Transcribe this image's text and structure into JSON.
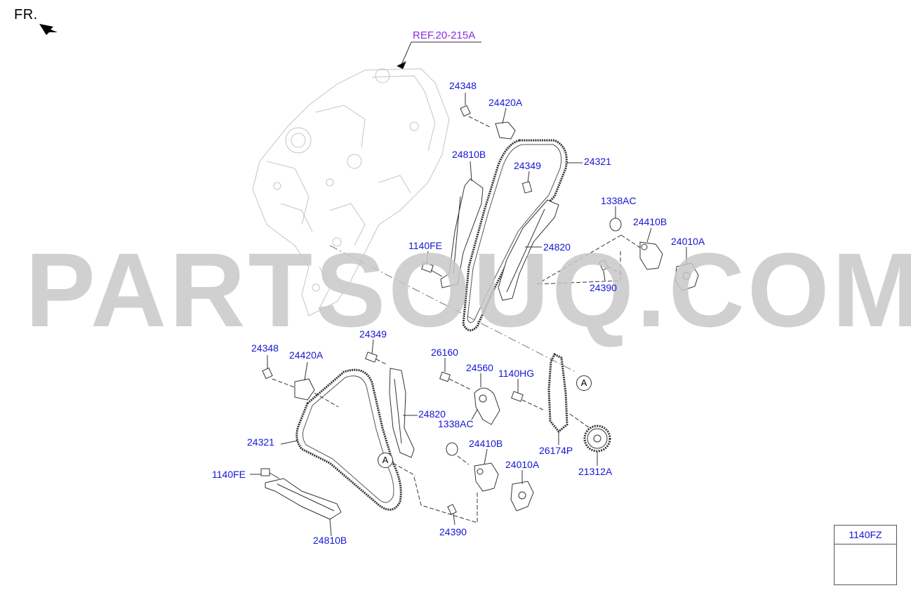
{
  "orientation_label": "FR.",
  "reference_link": "REF.20-215A",
  "watermark": "PARTSOUQ.COM",
  "connector_marker": "A",
  "colors": {
    "callout": "#1515d6",
    "reference": "#8a2be2",
    "watermark": "#c8c8c8",
    "line": "#555555"
  },
  "callouts": [
    {
      "id": "c1",
      "text": "24348"
    },
    {
      "id": "c2",
      "text": "24420A"
    },
    {
      "id": "c3",
      "text": "24810B"
    },
    {
      "id": "c4",
      "text": "24349"
    },
    {
      "id": "c5",
      "text": "24321"
    },
    {
      "id": "c6",
      "text": "1338AC"
    },
    {
      "id": "c7",
      "text": "24410B"
    },
    {
      "id": "c8",
      "text": "24010A"
    },
    {
      "id": "c9",
      "text": "24820"
    },
    {
      "id": "c10",
      "text": "1140FE"
    },
    {
      "id": "c11",
      "text": "24390"
    },
    {
      "id": "c12",
      "text": "24349"
    },
    {
      "id": "c13",
      "text": "24348"
    },
    {
      "id": "c14",
      "text": "24420A"
    },
    {
      "id": "c15",
      "text": "26160"
    },
    {
      "id": "c16",
      "text": "24560"
    },
    {
      "id": "c17",
      "text": "1140HG"
    },
    {
      "id": "c18",
      "text": "24820"
    },
    {
      "id": "c19",
      "text": "1338AC"
    },
    {
      "id": "c20",
      "text": "24321"
    },
    {
      "id": "c21",
      "text": "24410B"
    },
    {
      "id": "c22",
      "text": "26174P"
    },
    {
      "id": "c23",
      "text": "24010A"
    },
    {
      "id": "c24",
      "text": "21312A"
    },
    {
      "id": "c25",
      "text": "1140FE"
    },
    {
      "id": "c26",
      "text": "24390"
    },
    {
      "id": "c27",
      "text": "24810B"
    }
  ],
  "legend": {
    "part": "1140FZ"
  }
}
